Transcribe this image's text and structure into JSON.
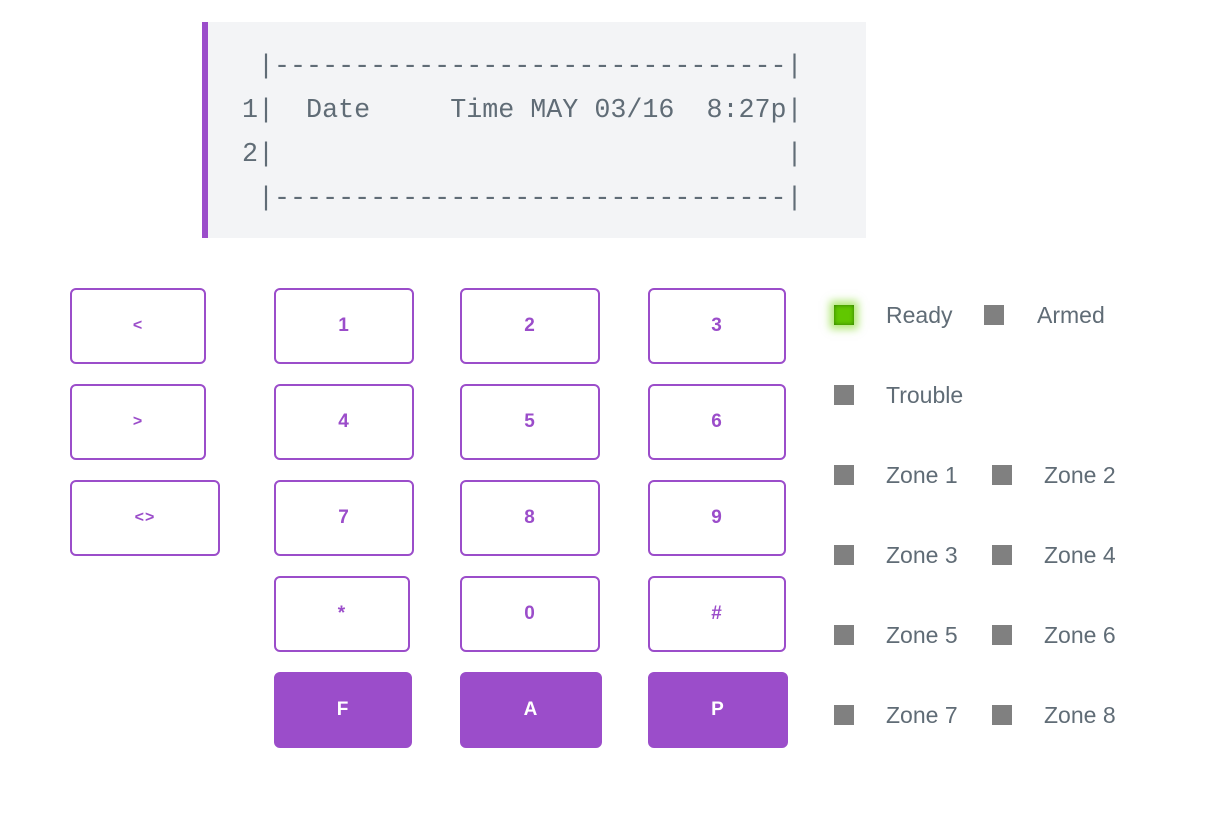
{
  "display": {
    "text": " |--------------------------------|\n1|  Date     Time MAY 03/16  8:27p|\n2|                                |\n |--------------------------------|"
  },
  "keypad": {
    "nav": {
      "left": "<",
      "right": ">",
      "both": "<>"
    },
    "digits": {
      "k1": "1",
      "k2": "2",
      "k3": "3",
      "k4": "4",
      "k5": "5",
      "k6": "6",
      "k7": "7",
      "k8": "8",
      "k9": "9",
      "star": "*",
      "k0": "0",
      "hash": "#"
    },
    "function": {
      "fire": "F",
      "auxiliary": "A",
      "panic": "P"
    }
  },
  "indicators": {
    "ready": {
      "label": "Ready",
      "state": "on",
      "color": "#61c700"
    },
    "armed": {
      "label": "Armed",
      "state": "off",
      "color": "#808080"
    },
    "trouble": {
      "label": "Trouble",
      "state": "off",
      "color": "#808080"
    },
    "zones": [
      {
        "label": "Zone 1",
        "state": "off"
      },
      {
        "label": "Zone 2",
        "state": "off"
      },
      {
        "label": "Zone 3",
        "state": "off"
      },
      {
        "label": "Zone 4",
        "state": "off"
      },
      {
        "label": "Zone 5",
        "state": "off"
      },
      {
        "label": "Zone 6",
        "state": "off"
      },
      {
        "label": "Zone 7",
        "state": "off"
      },
      {
        "label": "Zone 8",
        "state": "off"
      }
    ]
  },
  "colors": {
    "accent": "#9b4dca",
    "text": "#606c76",
    "led_off": "#808080",
    "led_on": "#61c700",
    "display_bg": "#f3f4f6"
  }
}
